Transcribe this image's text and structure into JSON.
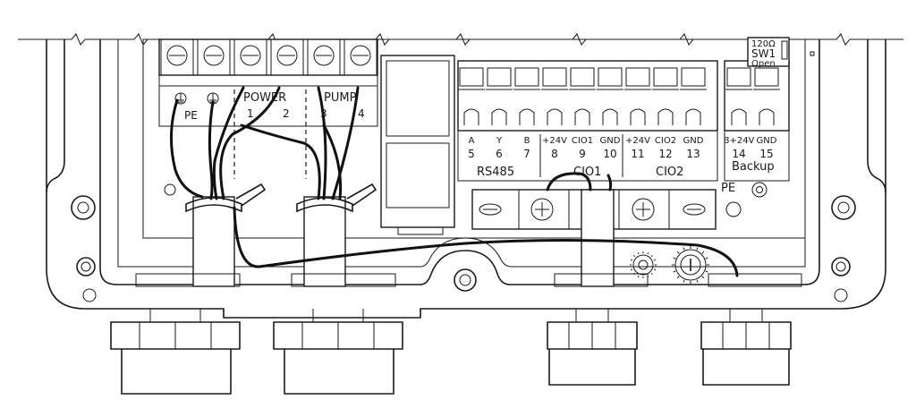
{
  "power_block": {
    "pe": "PE",
    "power": "POWER",
    "pump": "PUMP",
    "terminals": [
      "1",
      "2",
      "3",
      "4"
    ]
  },
  "signal_block": {
    "labels": [
      "A",
      "Y",
      "B",
      "+24V",
      "CIO1",
      "GND",
      "+24V",
      "CIO2",
      "GND",
      "B+24V",
      "GND"
    ],
    "numbers": [
      "5",
      "6",
      "7",
      "8",
      "9",
      "10",
      "11",
      "12",
      "13",
      "14",
      "15"
    ],
    "groups": [
      "RS485",
      "CIO1",
      "CIO2",
      "Backup"
    ]
  },
  "switch": {
    "resistor": "120Ω",
    "name": "SW1",
    "state": "Open"
  },
  "earth_label": "PE"
}
